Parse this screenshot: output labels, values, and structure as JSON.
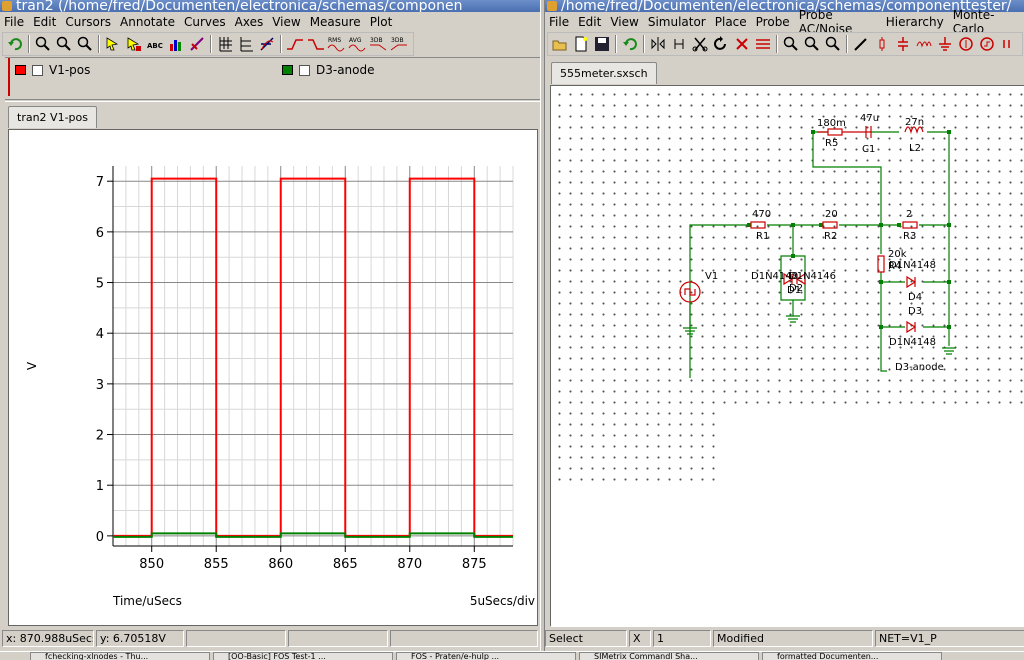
{
  "left_window": {
    "title": "tran2 (/home/fred/Documenten/electronica/schemas/componen",
    "menu": [
      "File",
      "Edit",
      "Cursors",
      "Annotate",
      "Curves",
      "Axes",
      "View",
      "Measure",
      "Plot"
    ],
    "toolbar_icons": [
      "undo-icon",
      "zoom-in-icon",
      "zoom-out-icon",
      "zoom-fit-icon",
      "cursor-icon",
      "cursor-drag-icon",
      "annotate-icon",
      "bar-chart-icon",
      "measure-icon",
      "grid-icon",
      "axes-icon",
      "curve-icon",
      "rise-icon",
      "fall-icon",
      "rms-icon",
      "avg-icon",
      "3db-icon",
      "3db-alt-icon"
    ],
    "toolbar_labels": {
      "rms": "RMS",
      "avg": "AVG",
      "db1": "3DB",
      "db2": "3DB"
    },
    "legend": [
      {
        "label": "V1-pos",
        "color": "#ff0000"
      },
      {
        "label": "D3-anode",
        "color": "#008000"
      }
    ],
    "tab": "tran2 V1-pos",
    "status": {
      "x": "x: 870.988uSecs",
      "y": "y: 6.70518V"
    }
  },
  "chart_data": {
    "type": "line",
    "xlabel": "Time/uSecs",
    "ylabel": "V",
    "x_scale_note": "5uSecs/div",
    "xlim": [
      847,
      878
    ],
    "ylim": [
      -0.2,
      7.3
    ],
    "x_ticks": [
      850,
      855,
      860,
      865,
      870,
      875
    ],
    "y_ticks": [
      0,
      1,
      2,
      3,
      4,
      5,
      6,
      7
    ],
    "grid": true,
    "series": [
      {
        "name": "V1-pos",
        "color": "#ff0000",
        "x": [
          847,
          850,
          850,
          855,
          855,
          860,
          860,
          865,
          865,
          870,
          870,
          875,
          875,
          878
        ],
        "y": [
          0,
          0,
          7.05,
          7.05,
          0,
          0,
          7.05,
          7.05,
          0,
          0,
          7.05,
          7.05,
          0,
          0
        ]
      },
      {
        "name": "D3-anode",
        "color": "#008000",
        "x": [
          847,
          850,
          850,
          855,
          855,
          860,
          860,
          865,
          865,
          870,
          870,
          875,
          875,
          878
        ],
        "y": [
          -0.02,
          -0.02,
          0.05,
          0.05,
          -0.02,
          -0.02,
          0.05,
          0.05,
          -0.02,
          -0.02,
          0.05,
          0.05,
          -0.02,
          -0.02
        ]
      }
    ]
  },
  "right_window": {
    "title": "/home/fred/Documenten/electronica/schemas/componenttester/",
    "menu": [
      "File",
      "Edit",
      "View",
      "Simulator",
      "Place",
      "Probe",
      "Probe AC/Noise",
      "Hierarchy",
      "Monte-Carlo"
    ],
    "toolbar_icons": [
      "open-icon",
      "new-icon",
      "save-icon",
      "undo-icon",
      "mirror-icon",
      "rotate-icon",
      "cut-icon",
      "redo-icon",
      "delete-icon",
      "wire-icon",
      "zoom-in-icon",
      "zoom-out-icon",
      "zoom-fit-icon",
      "pencil-icon",
      "resistor-icon",
      "capacitor-icon",
      "inductor-icon",
      "ground-icon",
      "source-icon",
      "clock-icon",
      "more-icon"
    ],
    "tab": "555meter.sxsch",
    "schematic": {
      "components": [
        {
          "ref": "R5",
          "value": "180m"
        },
        {
          "ref": "C1",
          "value": "47u"
        },
        {
          "ref": "L2",
          "value": "27n"
        },
        {
          "ref": "R1",
          "value": "470"
        },
        {
          "ref": "R2",
          "value": "20"
        },
        {
          "ref": "R3",
          "value": "2"
        },
        {
          "ref": "R4",
          "value": "20k"
        },
        {
          "ref": "V1",
          "value": ""
        },
        {
          "ref": "D1",
          "value": "D1N4148"
        },
        {
          "ref": "D2",
          "value": "D1N4146"
        },
        {
          "ref": "D4",
          "value": "D1N4148"
        },
        {
          "ref": "D3",
          "value": "D1N4148"
        }
      ],
      "net_label": "D3-anode"
    },
    "status": {
      "mode": "Select",
      "x_label": "X",
      "x_value": "1",
      "modified": "Modified",
      "net": "NET=V1_P"
    }
  },
  "taskbar": [
    "fchecking-xlnodes - Thu...",
    "[OO-Basic] FOS Test-1 ...",
    "FOS - Praten/e-hulp ...",
    "SIMetrix Commandl Sha...",
    "formatted Documenten...",
    ""
  ]
}
